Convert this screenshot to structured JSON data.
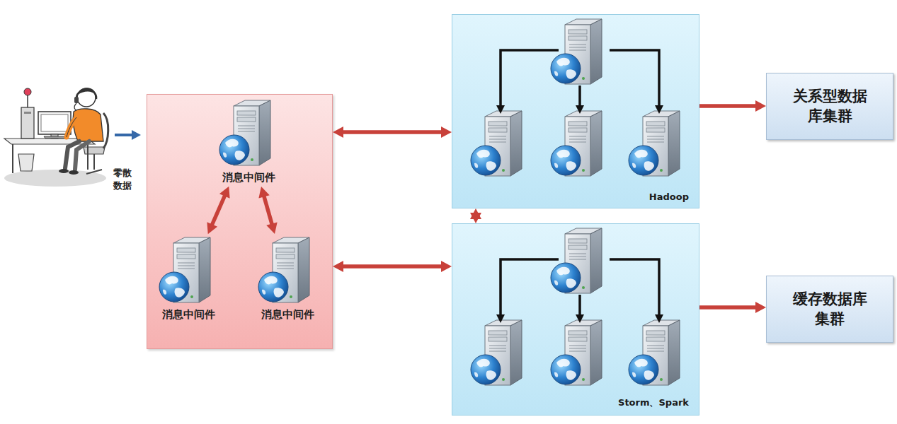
{
  "diagram": {
    "nodes": [
      {
        "text": []
      },
      {
        "text": [
          "消息中间件"
        ],
        "in": 0
      },
      {
        "text": [
          "消息中间件"
        ],
        "in": 0
      },
      {
        "text": [
          "消息中间件"
        ],
        "in": 0
      },
      {
        "text": [
          "Hadoop"
        ]
      },
      {
        "text": [
          "Storm、Spark"
        ]
      },
      {
        "text": [
          "关系型数据库集群"
        ]
      },
      {
        "text": [
          "缓存数据库集群"
        ]
      }
    ],
    "edges": [
      {
        "from": 1,
        "to": 2,
        "arrow": "both"
      },
      {
        "from": 1,
        "to": 3,
        "arrow": "both"
      },
      {
        "from": 0,
        "to": 4,
        "arrow": "both"
      },
      {
        "from": 0,
        "to": 5,
        "arrow": "both"
      },
      {
        "from": 4,
        "to": 5,
        "arrow": "both"
      },
      {
        "from": 4,
        "to": 6,
        "arrow": "to"
      },
      {
        "from": 5,
        "to": 7,
        "arrow": "to"
      }
    ],
    "labels": [
      "零散数据"
    ]
  }
}
